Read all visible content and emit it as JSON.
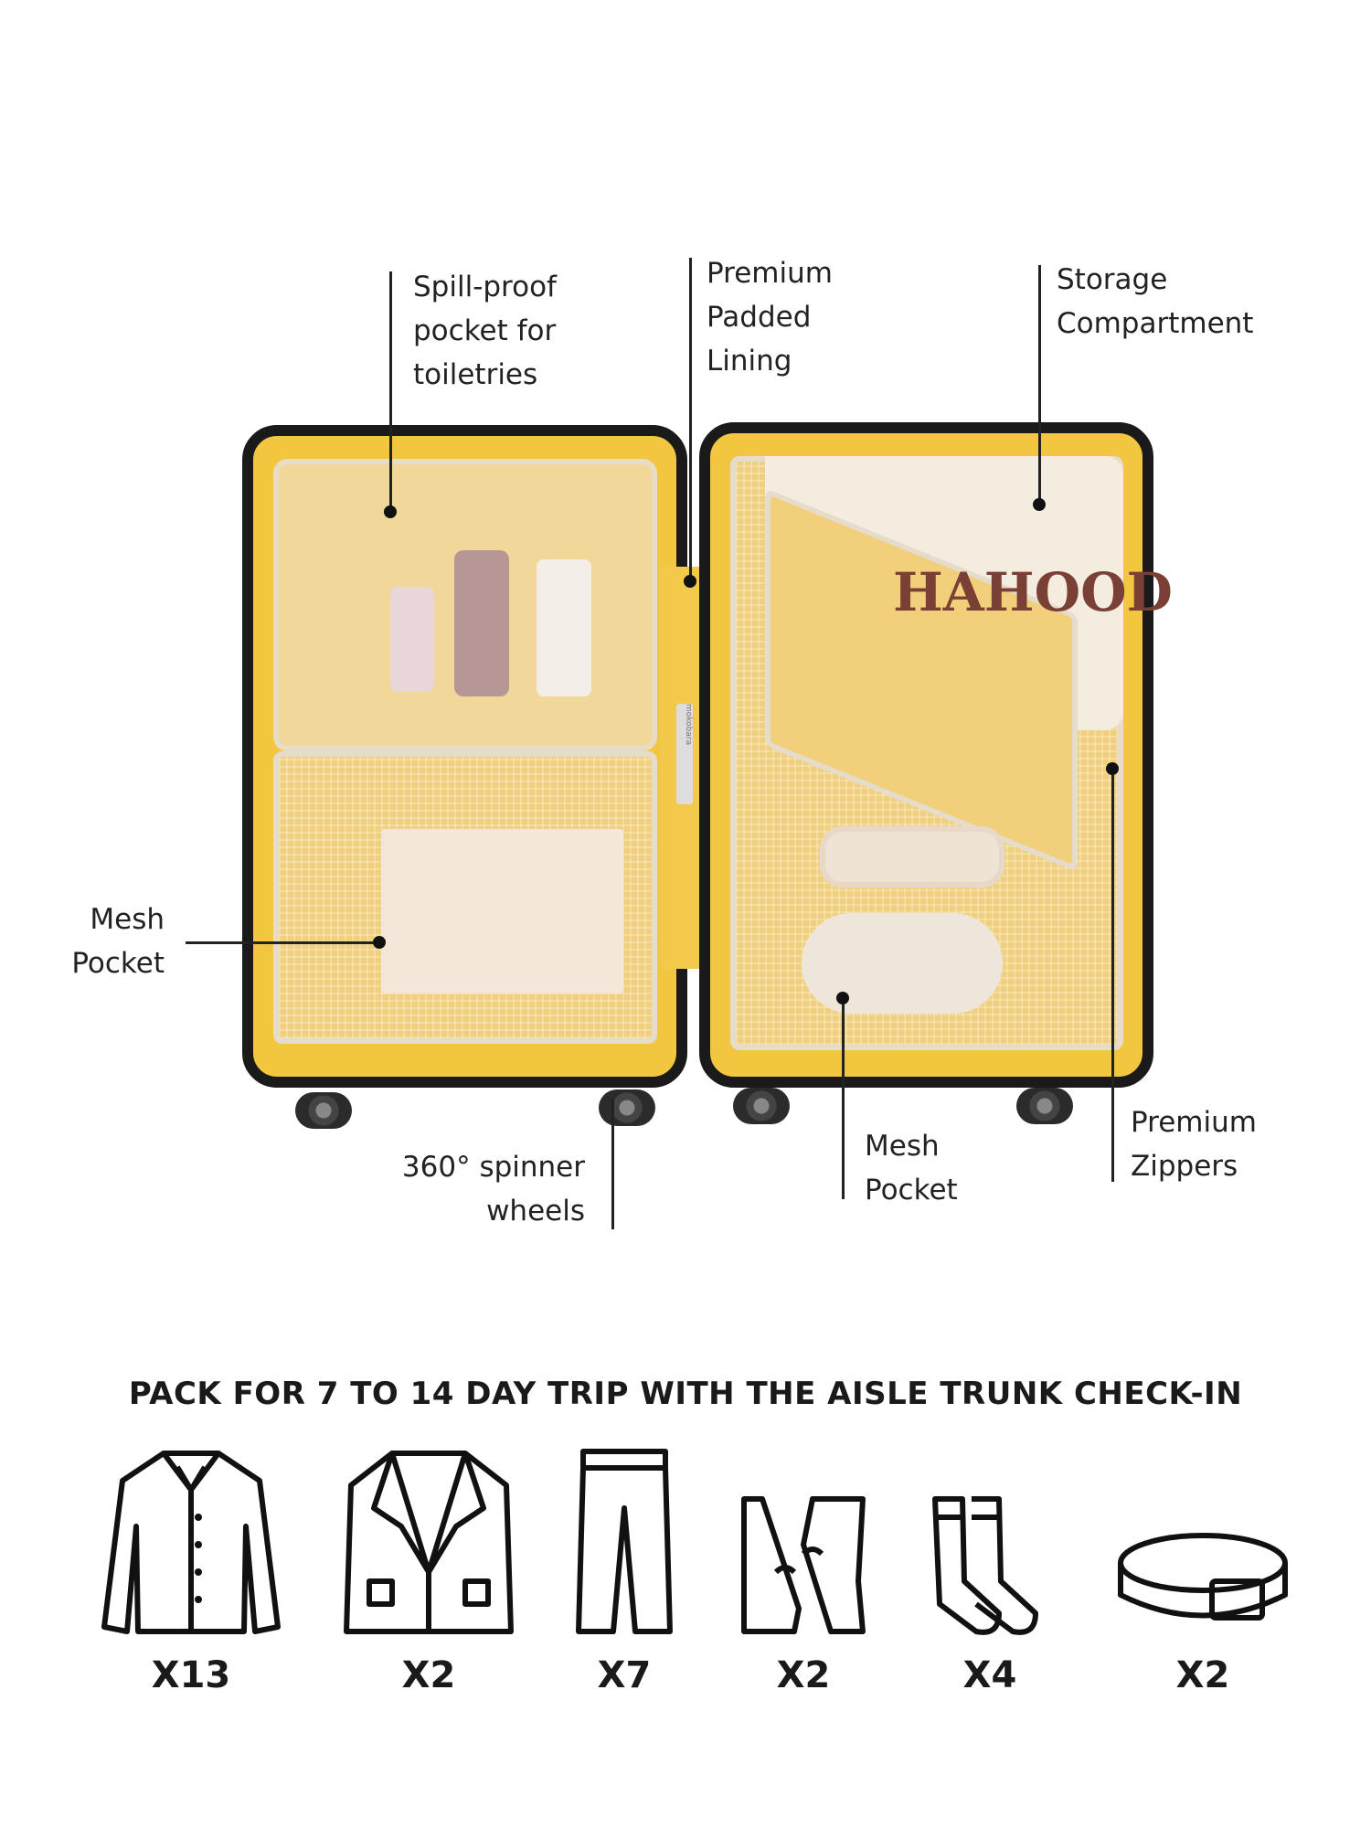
{
  "callouts": {
    "spill_proof": [
      "Spill-proof",
      "pocket for",
      "toiletries"
    ],
    "padded_lining": [
      "Premium",
      "Padded",
      "Lining"
    ],
    "storage": [
      "Storage",
      "Compartment"
    ],
    "mesh_left": [
      "Mesh",
      "Pocket"
    ],
    "wheels": [
      "360° spinner",
      "wheels"
    ],
    "mesh_right": [
      "Mesh",
      "Pocket"
    ],
    "zippers": [
      "Premium",
      "Zippers"
    ]
  },
  "product": {
    "shirt_print": "HAHOOD",
    "strap_brand": "mokobara"
  },
  "colors": {
    "lining": "#f3c640",
    "shell": "#1a1a1a",
    "panel": "#f1d79a"
  },
  "packing": {
    "heading": "PACK FOR 7 TO 14 DAY TRIP WITH THE AISLE TRUNK CHECK-IN",
    "items": [
      {
        "icon": "shirt-icon",
        "count": "X13"
      },
      {
        "icon": "blazer-icon",
        "count": "X2"
      },
      {
        "icon": "trousers-icon",
        "count": "X7"
      },
      {
        "icon": "shoes-icon",
        "count": "X2"
      },
      {
        "icon": "socks-icon",
        "count": "X4"
      },
      {
        "icon": "belt-icon",
        "count": "X2"
      }
    ]
  }
}
